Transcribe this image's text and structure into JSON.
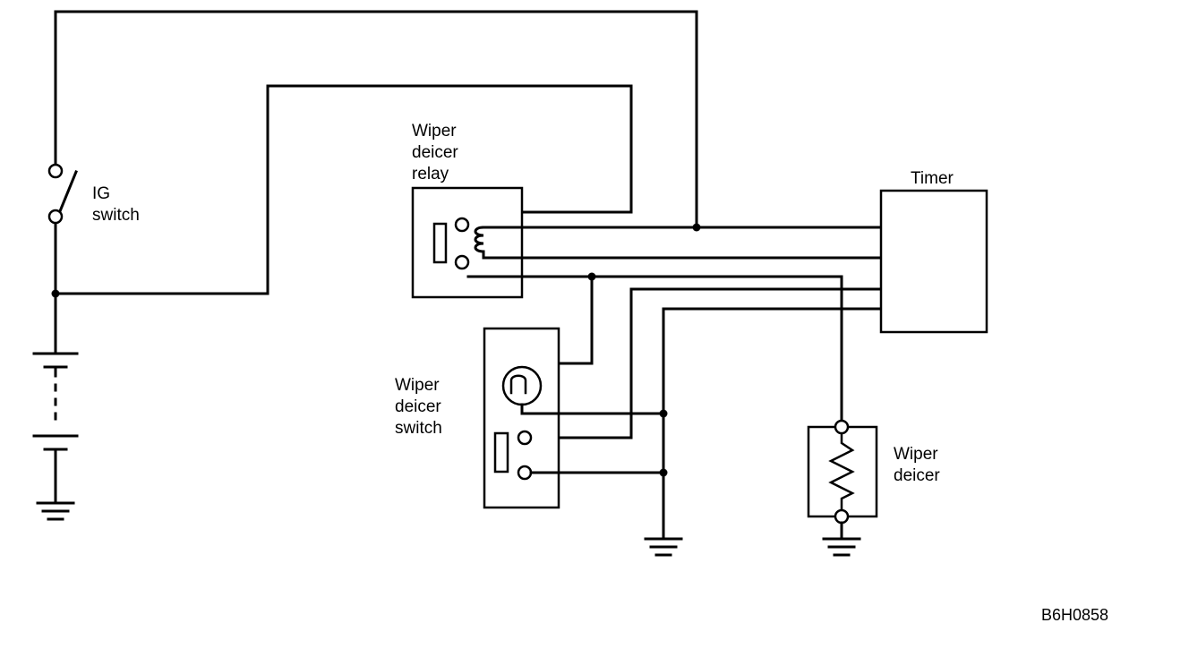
{
  "labels": {
    "ig_switch": [
      "IG",
      "switch"
    ],
    "wiper_deicer_relay": [
      "Wiper",
      "deicer",
      "relay"
    ],
    "timer": "Timer",
    "wiper_deicer_switch": [
      "Wiper",
      "deicer",
      "switch"
    ],
    "wiper_deicer": [
      "Wiper",
      "deicer"
    ]
  },
  "figure_code": "B6H0858"
}
